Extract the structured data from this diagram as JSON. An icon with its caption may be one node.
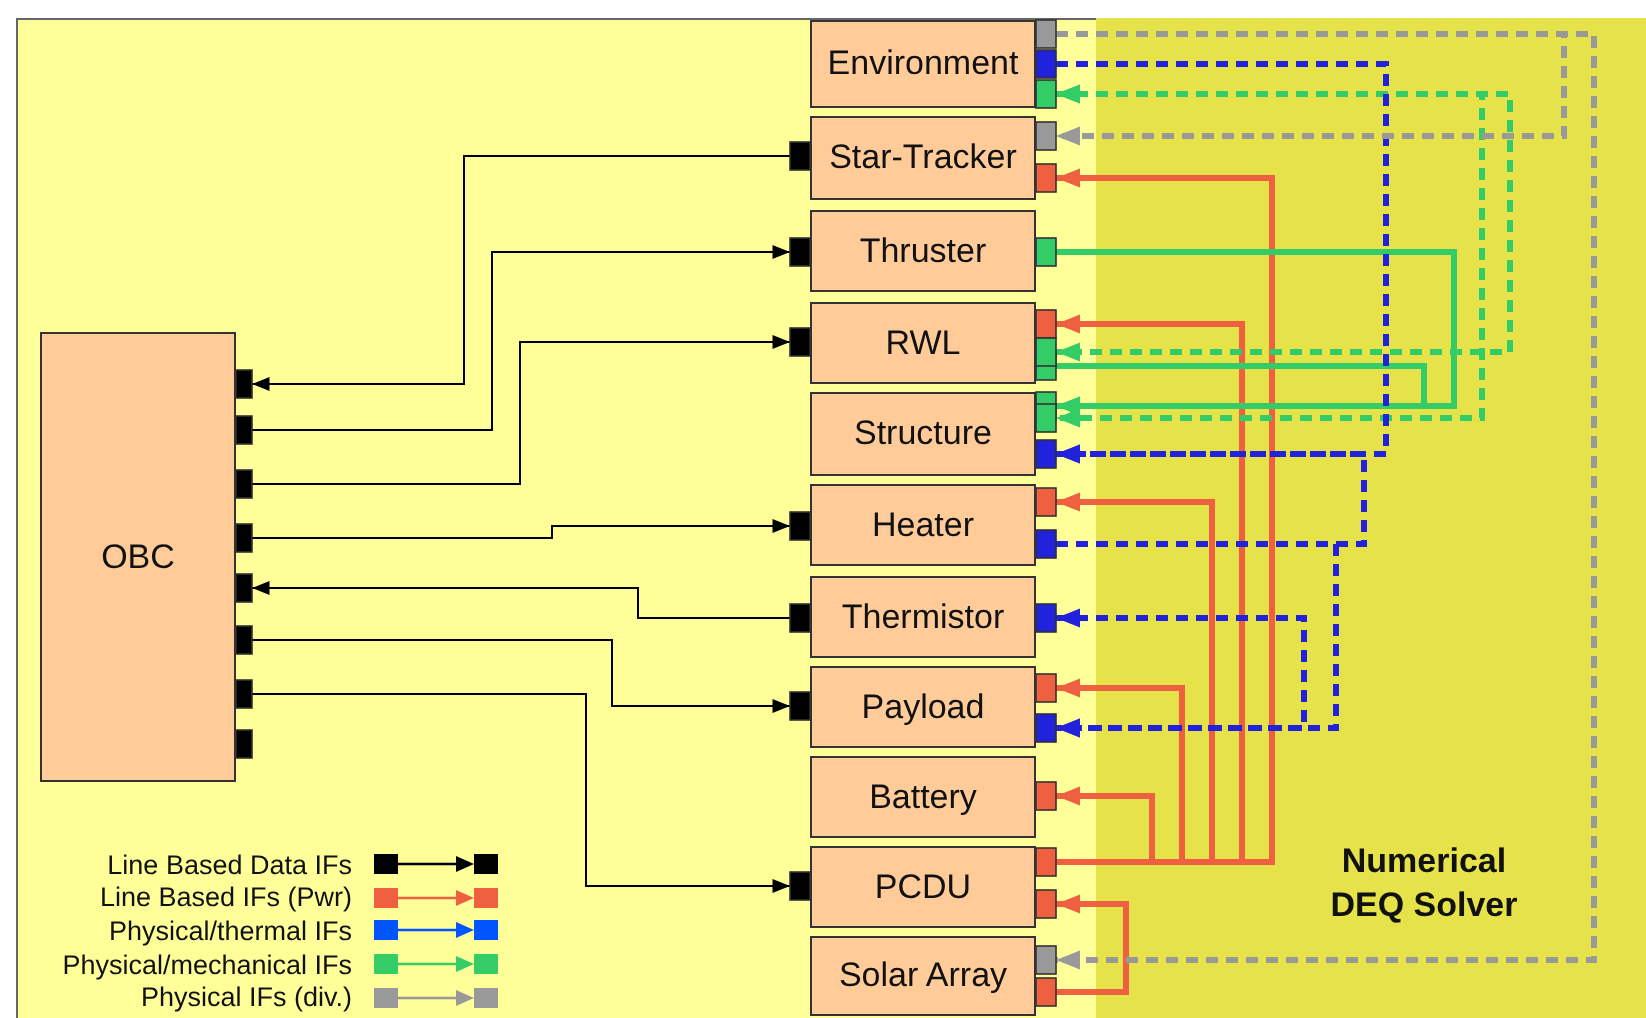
{
  "diagram": {
    "nodes": [
      {
        "text": [
          "OBC"
        ]
      },
      {
        "text": [
          "Environment"
        ]
      },
      {
        "text": [
          "Star-Tracker"
        ]
      },
      {
        "text": [
          "Thruster"
        ]
      },
      {
        "text": [
          "RWL"
        ]
      },
      {
        "text": [
          "Structure"
        ]
      },
      {
        "text": [
          "Heater"
        ]
      },
      {
        "text": [
          "Thermistor"
        ]
      },
      {
        "text": [
          "Payload"
        ]
      },
      {
        "text": [
          "Battery"
        ]
      },
      {
        "text": [
          "PCDU"
        ]
      },
      {
        "text": [
          "Solar Array"
        ]
      }
    ],
    "labels": [
      "Numerical DEQ Solver"
    ],
    "edges": [
      {
        "from": 2,
        "to": 0,
        "arrow": "to"
      },
      {
        "from": 0,
        "to": 3,
        "arrow": "to"
      },
      {
        "from": 0,
        "to": 4,
        "arrow": "to"
      },
      {
        "from": 0,
        "to": 6,
        "arrow": "to"
      },
      {
        "from": 7,
        "to": 0,
        "arrow": "to"
      },
      {
        "from": 0,
        "to": 8,
        "arrow": "to"
      },
      {
        "from": 0,
        "to": 10,
        "arrow": "to"
      },
      {
        "from": 10,
        "to": 2,
        "arrow": "to",
        "color": "#ee6040"
      },
      {
        "from": 10,
        "to": 4,
        "arrow": "to",
        "color": "#ee6040"
      },
      {
        "from": 10,
        "to": 6,
        "arrow": "to",
        "color": "#ee6040"
      },
      {
        "from": 10,
        "to": 8,
        "arrow": "to",
        "color": "#ee6040"
      },
      {
        "from": 10,
        "to": 9,
        "arrow": "to",
        "color": "#ee6040"
      },
      {
        "from": 11,
        "to": 10,
        "arrow": "to",
        "color": "#ee6040"
      },
      {
        "from": 3,
        "to": 5,
        "arrow": "to",
        "color": "#33cc66"
      },
      {
        "from": 4,
        "to": 5,
        "arrow": "to",
        "color": "#33cc66"
      },
      {
        "from": 1,
        "to": 4,
        "arrow": "both",
        "style": "dashed",
        "color": "#33cc66"
      },
      {
        "from": 1,
        "to": 5,
        "arrow": "both",
        "style": "dashed",
        "color": "#33cc66"
      },
      {
        "from": 1,
        "to": 5,
        "arrow": "to",
        "style": "dashed",
        "color": "#2222dd"
      },
      {
        "from": 6,
        "to": 5,
        "arrow": "to",
        "style": "dashed",
        "color": "#2222dd"
      },
      {
        "from": 6,
        "to": 8,
        "arrow": "to",
        "style": "dashed",
        "color": "#2222dd"
      },
      {
        "from": 7,
        "to": 8,
        "arrow": "both",
        "style": "dashed",
        "color": "#2222dd"
      },
      {
        "from": 1,
        "to": 2,
        "arrow": "to",
        "style": "dashed",
        "color": "#999999"
      },
      {
        "from": 1,
        "to": 11,
        "arrow": "to",
        "style": "dashed",
        "color": "#999999"
      }
    ],
    "legend": [
      {
        "text": "Line Based Data IFs",
        "color": "#000000"
      },
      {
        "text": "Line Based IFs (Pwr)",
        "color": "#ee6040"
      },
      {
        "text": "Physical/thermal IFs",
        "color": "#0055ff"
      },
      {
        "text": "Physical/mechanical IFs",
        "color": "#33cc66"
      },
      {
        "text": "Physical IFs (div.)",
        "color": "#999999"
      }
    ]
  }
}
